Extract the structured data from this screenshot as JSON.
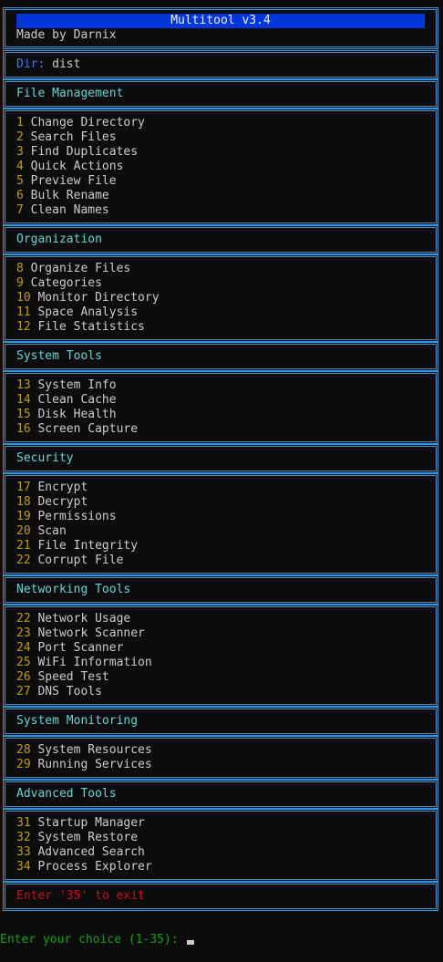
{
  "header": {
    "title": "Multitool v3.4",
    "author": "Made by Darnix"
  },
  "dir": {
    "label": "Dir:",
    "value": "dist"
  },
  "sections": [
    {
      "title": "File Management",
      "items": [
        {
          "num": "1",
          "label": "Change Directory"
        },
        {
          "num": "2",
          "label": "Search Files"
        },
        {
          "num": "3",
          "label": "Find Duplicates"
        },
        {
          "num": "4",
          "label": "Quick Actions"
        },
        {
          "num": "5",
          "label": "Preview File"
        },
        {
          "num": "6",
          "label": "Bulk Rename"
        },
        {
          "num": "7",
          "label": "Clean Names"
        }
      ]
    },
    {
      "title": "Organization",
      "items": [
        {
          "num": "8",
          "label": "Organize Files"
        },
        {
          "num": "9",
          "label": "Categories"
        },
        {
          "num": "10",
          "label": "Monitor Directory"
        },
        {
          "num": "11",
          "label": "Space Analysis"
        },
        {
          "num": "12",
          "label": "File Statistics"
        }
      ]
    },
    {
      "title": "System Tools",
      "items": [
        {
          "num": "13",
          "label": "System Info"
        },
        {
          "num": "14",
          "label": "Clean Cache"
        },
        {
          "num": "15",
          "label": "Disk Health"
        },
        {
          "num": "16",
          "label": "Screen Capture"
        }
      ]
    },
    {
      "title": "Security",
      "items": [
        {
          "num": "17",
          "label": "Encrypt"
        },
        {
          "num": "18",
          "label": "Decrypt"
        },
        {
          "num": "19",
          "label": "Permissions"
        },
        {
          "num": "20",
          "label": "Scan"
        },
        {
          "num": "21",
          "label": "File Integrity"
        },
        {
          "num": "22",
          "label": "Corrupt File"
        }
      ]
    },
    {
      "title": "Networking Tools",
      "items": [
        {
          "num": "22",
          "label": "Network Usage"
        },
        {
          "num": "23",
          "label": "Network Scanner"
        },
        {
          "num": "24",
          "label": "Port Scanner"
        },
        {
          "num": "25",
          "label": "WiFi Information"
        },
        {
          "num": "26",
          "label": "Speed Test"
        },
        {
          "num": "27",
          "label": "DNS Tools"
        }
      ]
    },
    {
      "title": "System Monitoring",
      "items": [
        {
          "num": "28",
          "label": "System Resources"
        },
        {
          "num": "29",
          "label": "Running Services"
        }
      ]
    },
    {
      "title": "Advanced Tools",
      "items": [
        {
          "num": "31",
          "label": "Startup Manager"
        },
        {
          "num": "32",
          "label": "System Restore"
        },
        {
          "num": "33",
          "label": "Advanced Search"
        },
        {
          "num": "34",
          "label": "Process Explorer"
        }
      ]
    }
  ],
  "exit_text": "Enter '35' to exit",
  "prompt": "Enter your choice (1-35): ",
  "colors": {
    "background": "#0c0c0c",
    "border": "#3a96dd",
    "title_bar": "#0037da",
    "section_heading": "#61d6d6",
    "number": "#c19c00",
    "exit": "#c50f1f",
    "prompt": "#13a10e"
  }
}
